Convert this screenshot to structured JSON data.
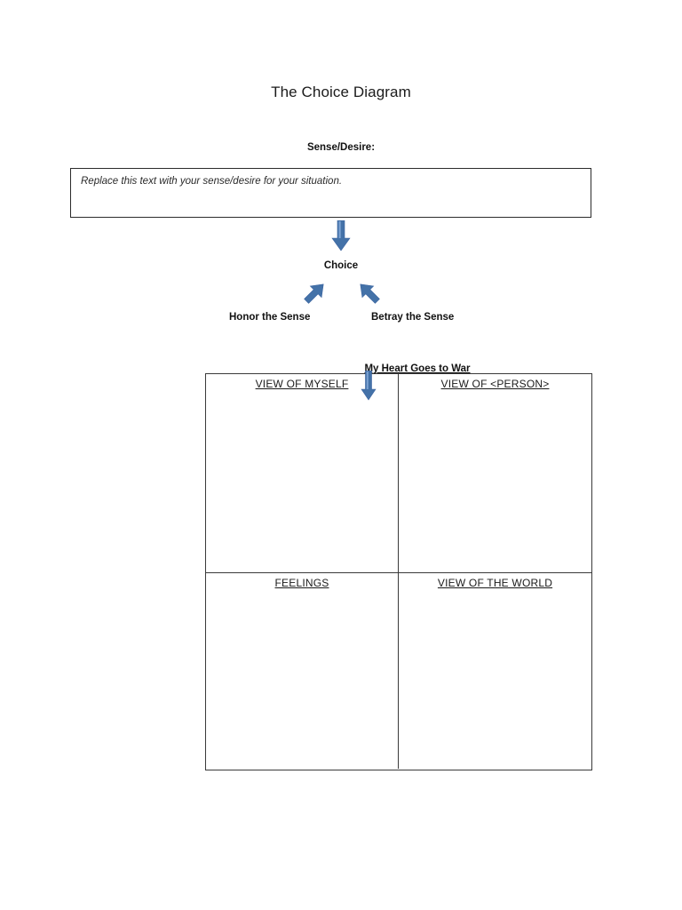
{
  "document": {
    "title": "The Choice Diagram"
  },
  "sense": {
    "label": "Sense/Desire:",
    "placeholder_text": "Replace this text with your sense/desire for your situation."
  },
  "flow": {
    "choice_label": "Choice",
    "branch_left": "Honor the Sense",
    "branch_right": "Betray the Sense",
    "outcome_label": "My Heart Goes to War",
    "arrow_color": "#4472A8",
    "arrow_highlight": "#7FA6D8",
    "arrows": [
      {
        "name": "arrow-sense-to-choice",
        "direction": "down"
      },
      {
        "name": "arrow-choice-to-honor",
        "direction": "down-left"
      },
      {
        "name": "arrow-choice-to-betray",
        "direction": "down-right"
      },
      {
        "name": "arrow-war-to-table",
        "direction": "down"
      }
    ]
  },
  "quadrants": {
    "rows": [
      [
        {
          "heading": "VIEW OF MYSELF",
          "value": ""
        },
        {
          "heading": "VIEW OF <PERSON>",
          "value": ""
        }
      ],
      [
        {
          "heading": "FEELINGS",
          "value": ""
        },
        {
          "heading": "VIEW OF THE WORLD",
          "value": ""
        }
      ]
    ],
    "border_color": "#3A3A3A"
  }
}
